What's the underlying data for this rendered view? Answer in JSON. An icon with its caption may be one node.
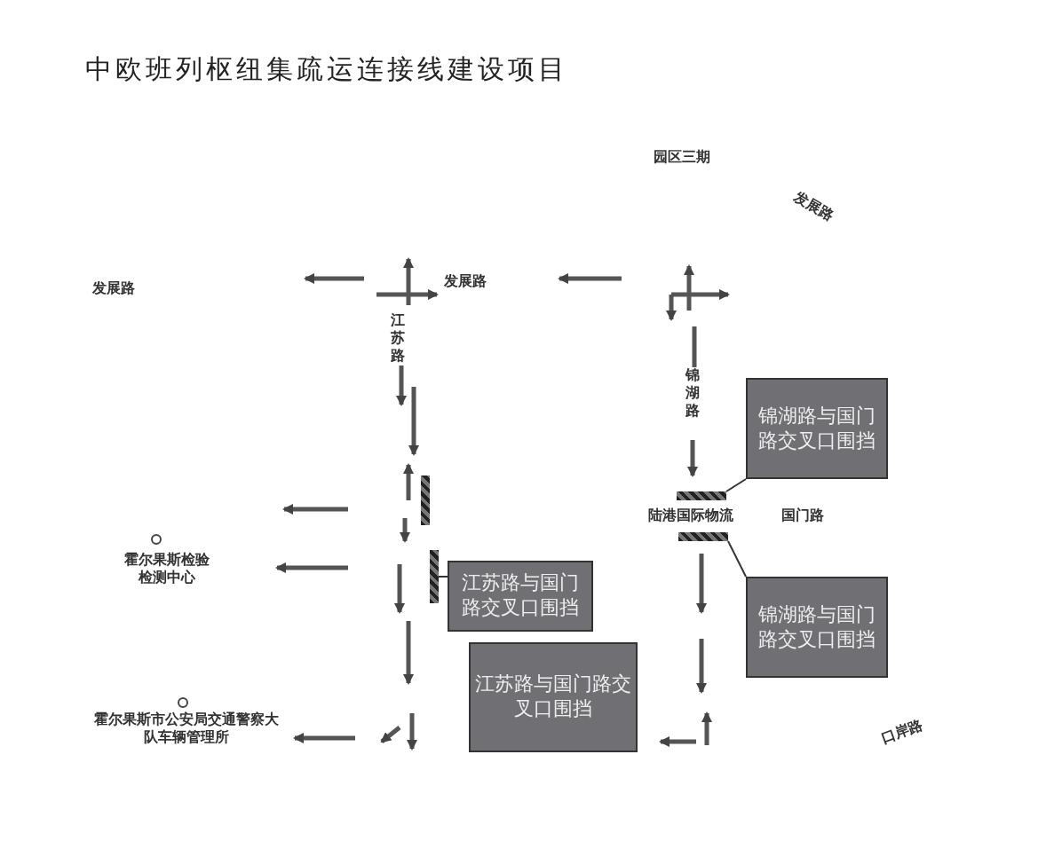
{
  "diagram": {
    "title": "中欧班列枢纽集疏运连接线建设项目",
    "nodes": [
      {
        "text": [
          "锦湖路与国门路交叉口围挡"
        ]
      },
      {
        "text": [
          "锦湖路与国门路交叉口围挡"
        ]
      },
      {
        "text": [
          "江苏路与国门路交叉口围挡"
        ]
      },
      {
        "text": [
          "江苏路与国门路交叉口围挡"
        ]
      },
      {
        "text": [],
        "shape": "bar"
      },
      {
        "text": [],
        "shape": "bar"
      },
      {
        "text": [],
        "shape": "bar"
      },
      {
        "text": [],
        "shape": "bar"
      }
    ],
    "edges": [
      {
        "from": 0,
        "to": 6,
        "arrow": "none"
      },
      {
        "from": 1,
        "to": 7,
        "arrow": "none"
      },
      {
        "from": 2,
        "to": 5,
        "arrow": "none"
      }
    ],
    "labels": [
      "园区三期",
      "发展路",
      "发展路",
      "发展路",
      "江苏路",
      "锦湖路",
      "陆港国际物流",
      "国门路",
      "霍尔果斯检验检测中心",
      "霍尔果斯市公安局交通警察大队车辆管理所",
      "口岸路"
    ]
  }
}
